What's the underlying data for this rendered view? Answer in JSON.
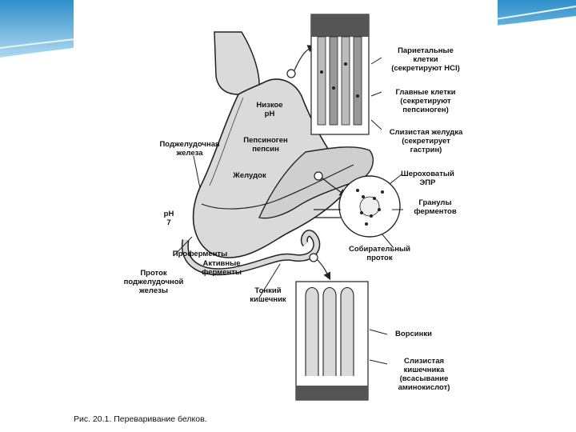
{
  "figure": {
    "caption": "Рис. 20.1. Переваривание белков.",
    "labels": {
      "parietal": "Париетальные\nклетки\n(секретируют HCl)",
      "chief": "Главные клетки\n(секретируют\nпепсиноген)",
      "mucosa_stomach": "Слизистая желудка\n(секретирует\nгастрин)",
      "low_ph": "Низкое\npH",
      "pepsinogen": "Пепсиноген\nпепсин",
      "pancreas": "Поджелудочная\nжелеза",
      "stomach": "Желудок",
      "rough_er": "Шероховатый\nЭПР",
      "granules": "Гранулы\nферментов",
      "ph7": "pH\n7",
      "collecting_duct": "Собирательный\nпроток",
      "proenzymes": "Проферменты",
      "active_enzymes": "Активные\nферменты",
      "pancreatic_duct": "Проток\nподжелудочной\nжелезы",
      "small_intestine": "Тонкий\nкишечник",
      "villi": "Ворсинки",
      "mucosa_intestine": "Слизистая\nкишечника\n(всасывание\nаминокислот)"
    }
  },
  "colors": {
    "sky_top": "#2e8fc9",
    "sky_light": "#bfe2f4",
    "ink": "#222222",
    "fill_gray": "#dadada"
  }
}
